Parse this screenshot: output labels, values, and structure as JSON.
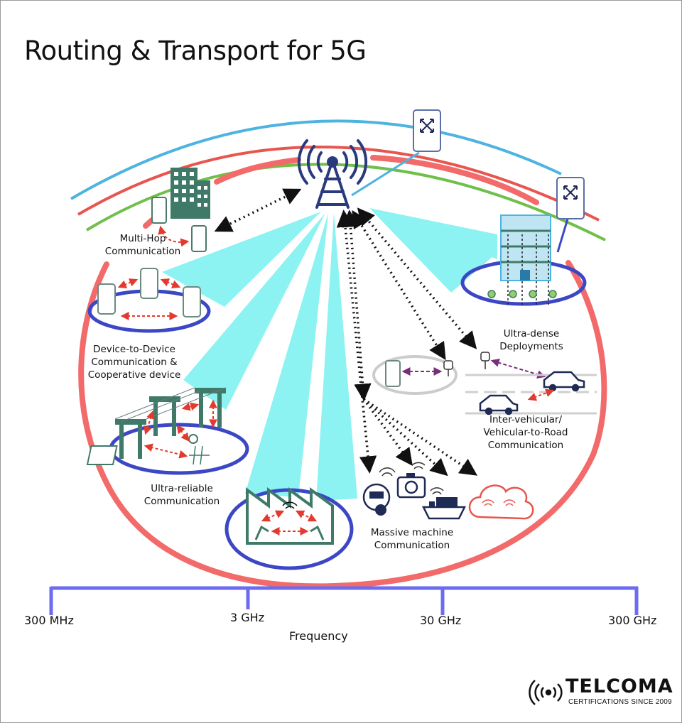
{
  "title": "Routing & Transport for 5G",
  "labels": {
    "multi_hop": [
      "Multi-Hop",
      "Communication"
    ],
    "d2d": [
      "Device-to-Device",
      "Communication &",
      "Cooperative device"
    ],
    "ultra_reliable": [
      "Ultra-reliable",
      "Communication"
    ],
    "massive_machine": [
      "Massive machine",
      "Communication"
    ],
    "ultra_dense": [
      "Ultra-dense",
      "Deployments"
    ],
    "vehicular": [
      "Inter-vehicular/",
      "Vehicular-to-Road",
      "Communication"
    ]
  },
  "frequency_axis": {
    "label": "Frequency",
    "ticks": [
      "300 MHz",
      "3 GHz",
      "30 GHz",
      "300 GHz"
    ]
  },
  "logo": {
    "name": "TELCOMA",
    "tagline": "CERTIFICATIONS SINCE 2009"
  },
  "colors": {
    "ellipse": "#f26a6a",
    "beam": "#8cf2f2",
    "arc_blue": "#4db3e0",
    "arc_red": "#e8554f",
    "arc_green": "#6fbf4a",
    "tower": "#2a3a7c",
    "device_ring": "#3b47c4",
    "axis": "#6c6cf0",
    "building": "#3f7a68",
    "accent_red": "#e23a2e",
    "purple": "#7a2d7a",
    "dark": "#1f2a55"
  }
}
